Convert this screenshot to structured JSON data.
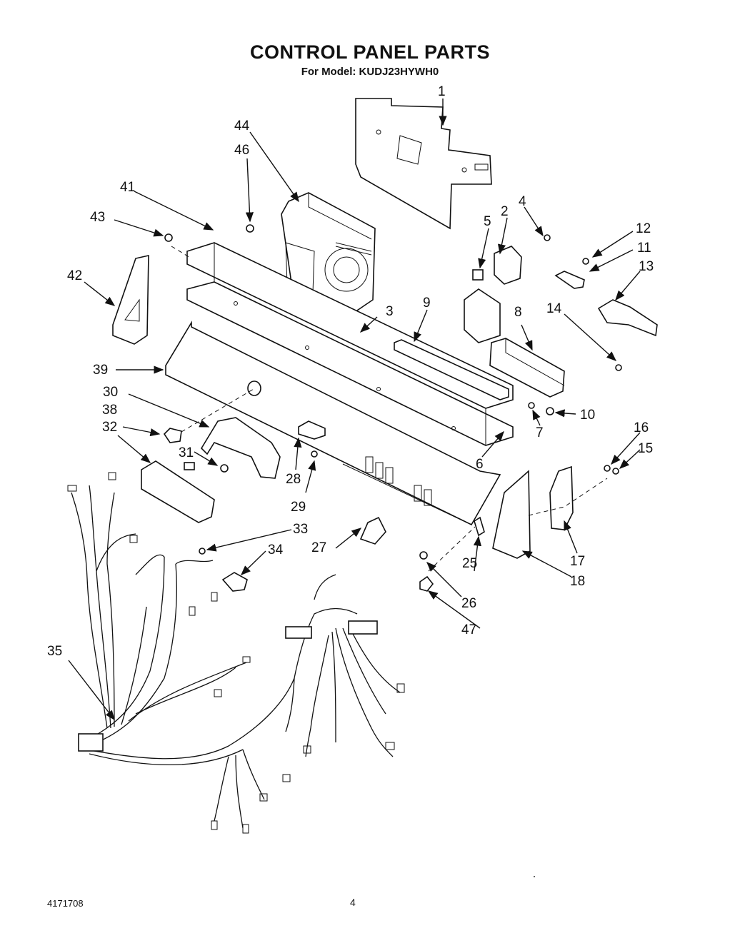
{
  "title": "CONTROL PANEL PARTS",
  "subtitle": "For Model: KUDJ23HYWH0",
  "footer": {
    "doc_number": "4171708",
    "page_number": "4"
  },
  "callouts": [
    "1",
    "2",
    "3",
    "4",
    "5",
    "6",
    "7",
    "8",
    "9",
    "10",
    "11",
    "12",
    "13",
    "14",
    "15",
    "16",
    "17",
    "18",
    "25",
    "26",
    "27",
    "28",
    "29",
    "30",
    "31",
    "32",
    "33",
    "34",
    "35",
    "38",
    "39",
    "41",
    "42",
    "43",
    "44",
    "46",
    "47"
  ]
}
